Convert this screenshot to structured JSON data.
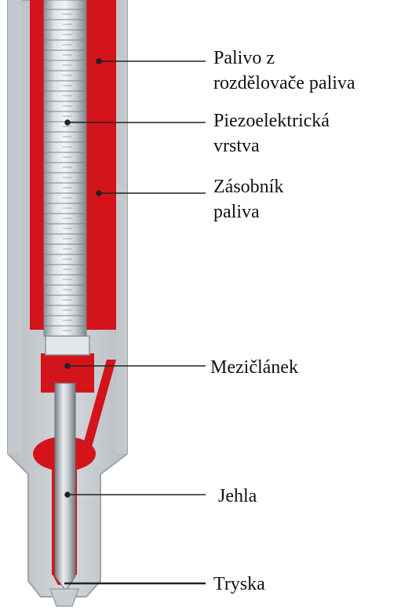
{
  "labels": {
    "fuel_in": [
      "Palivo z",
      "rozdělovače paliva"
    ],
    "piezo": [
      "Piezoelektrická",
      "vrstva"
    ],
    "reservoir": [
      "Zásobník",
      "paliva"
    ],
    "intermediate": "Mezičlánek",
    "needle": "Jehla",
    "nozzle": "Tryska"
  },
  "colors": {
    "housing": "#c9ccd1",
    "housing_edge": "#9ea3aa",
    "fuel": "#d3141b",
    "piezo_light": "#eef0f2",
    "piezo_dark": "#8d939b",
    "leader": "#222222"
  }
}
